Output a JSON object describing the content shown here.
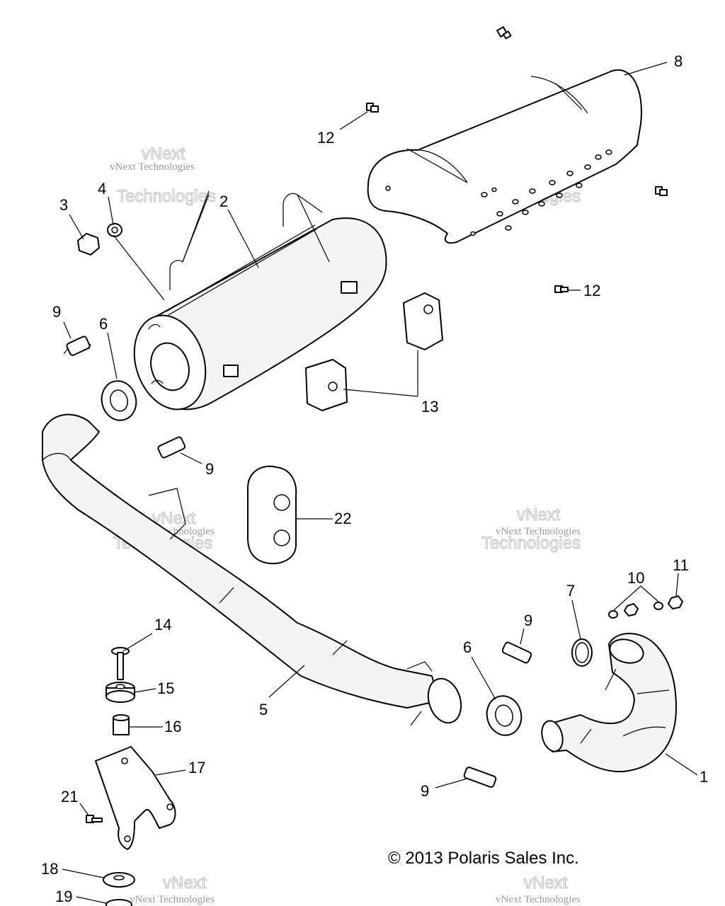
{
  "diagram": {
    "callouts": [
      {
        "id": "c1",
        "label": "1"
      },
      {
        "id": "c2",
        "label": "2"
      },
      {
        "id": "c3",
        "label": "3"
      },
      {
        "id": "c4",
        "label": "4"
      },
      {
        "id": "c5",
        "label": "5"
      },
      {
        "id": "c6a",
        "label": "6"
      },
      {
        "id": "c6b",
        "label": "6"
      },
      {
        "id": "c7",
        "label": "7"
      },
      {
        "id": "c8",
        "label": "8"
      },
      {
        "id": "c9a",
        "label": "9"
      },
      {
        "id": "c9b",
        "label": "9"
      },
      {
        "id": "c9c",
        "label": "9"
      },
      {
        "id": "c9d",
        "label": "9"
      },
      {
        "id": "c10",
        "label": "10"
      },
      {
        "id": "c11",
        "label": "11"
      },
      {
        "id": "c12a",
        "label": "12"
      },
      {
        "id": "c12b",
        "label": "12"
      },
      {
        "id": "c13",
        "label": "13"
      },
      {
        "id": "c14",
        "label": "14"
      },
      {
        "id": "c15",
        "label": "15"
      },
      {
        "id": "c16",
        "label": "16"
      },
      {
        "id": "c17",
        "label": "17"
      },
      {
        "id": "c18",
        "label": "18"
      },
      {
        "id": "c19",
        "label": "19"
      },
      {
        "id": "c21",
        "label": "21"
      },
      {
        "id": "c22",
        "label": "22"
      }
    ],
    "watermark_line1": "vNext Technologies",
    "watermark_line2": "vNext",
    "watermark_line3": "Technologies",
    "copyright": "© 2013 Polaris Sales Inc."
  }
}
